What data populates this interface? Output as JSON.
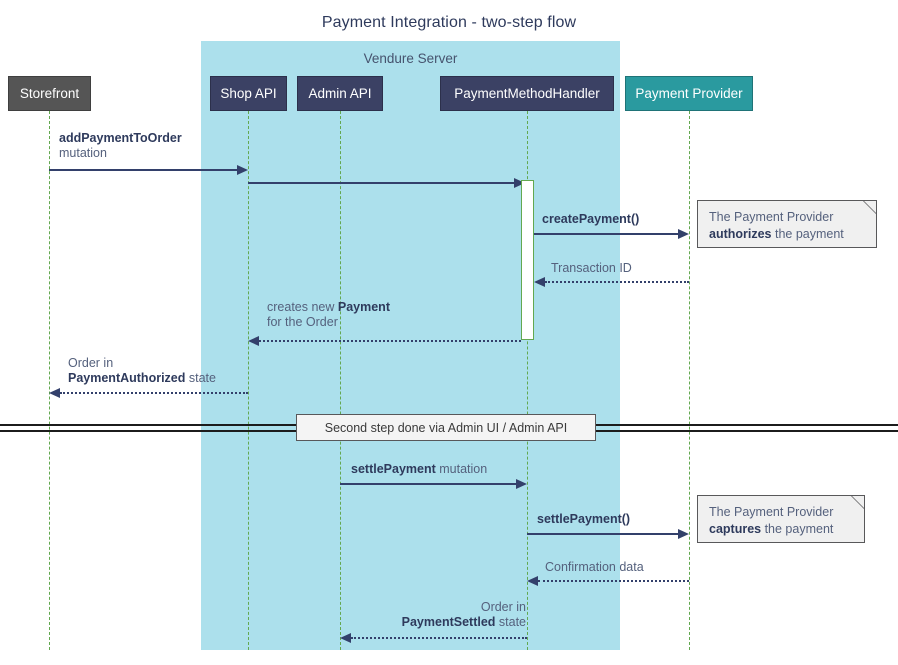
{
  "diagram": {
    "type": "sequence-diagram",
    "title": "Payment Integration - two-step flow",
    "colors": {
      "group_fill": "#ace0ec",
      "participant_dark": "#3b4164",
      "participant_gray": "#555555",
      "participant_teal": "#2a9a9f",
      "lifeline": "#63a850",
      "arrow": "#33406b",
      "note_fill": "#f0f0f0",
      "note_border": "#58585a",
      "text": "#55617d",
      "title_text": "#2e3a5c"
    }
  },
  "group": {
    "label": "Vendure Server"
  },
  "participants": [
    {
      "id": "storefront",
      "label": "Storefront",
      "style": "gray"
    },
    {
      "id": "shop-api",
      "label": "Shop API",
      "style": "dark"
    },
    {
      "id": "admin-api",
      "label": "Admin API",
      "style": "dark"
    },
    {
      "id": "payment-method-handler",
      "label": "PaymentMethodHandler",
      "style": "dark"
    },
    {
      "id": "payment-provider",
      "label": "Payment Provider",
      "style": "teal"
    }
  ],
  "messages": [
    {
      "id": "add-payment-to-order",
      "from": "storefront",
      "to": "shop-api",
      "kind": "call",
      "label_bold": "addPaymentToOrder",
      "label_plain": "mutation"
    },
    {
      "id": "shop-api-to-handler",
      "from": "shop-api",
      "to": "payment-method-handler",
      "kind": "call",
      "label_bold": "",
      "label_plain": ""
    },
    {
      "id": "create-payment",
      "from": "payment-method-handler",
      "to": "payment-provider",
      "kind": "call",
      "label_bold": "createPayment()",
      "label_plain": ""
    },
    {
      "id": "transaction-id",
      "from": "payment-provider",
      "to": "payment-method-handler",
      "kind": "return",
      "label_bold": "",
      "label_plain": "Transaction ID"
    },
    {
      "id": "creates-new-payment",
      "from": "payment-method-handler",
      "to": "shop-api",
      "kind": "return",
      "label_line1_plain": "creates new ",
      "label_line1_bold": "Payment",
      "label_line2_plain": "for the Order"
    },
    {
      "id": "order-payment-authorized",
      "from": "shop-api",
      "to": "storefront",
      "kind": "return",
      "label_line1_plain": "Order in",
      "label_line2_bold": "PaymentAuthorized",
      "label_line2_plain": " state"
    },
    {
      "id": "settle-payment-mutation",
      "from": "admin-api",
      "to": "payment-method-handler",
      "kind": "call",
      "label_bold": "settlePayment",
      "label_plain": " mutation"
    },
    {
      "id": "settle-payment-call",
      "from": "payment-method-handler",
      "to": "payment-provider",
      "kind": "call",
      "label_bold": "settlePayment()",
      "label_plain": ""
    },
    {
      "id": "confirmation-data",
      "from": "payment-provider",
      "to": "payment-method-handler",
      "kind": "return",
      "label_bold": "",
      "label_plain": "Confirmation data"
    },
    {
      "id": "order-payment-settled",
      "from": "payment-method-handler",
      "to": "admin-api",
      "kind": "return",
      "label_line1_plain": "Order in",
      "label_line2_bold": "PaymentSettled",
      "label_line2_plain": " state"
    }
  ],
  "notes": [
    {
      "id": "note-authorizes",
      "line1": "The Payment Provider",
      "bold": "authorizes",
      "tail": " the payment"
    },
    {
      "id": "note-captures",
      "line1": "The Payment Provider",
      "bold": "captures",
      "tail": " the payment"
    }
  ],
  "divider": {
    "label": "Second step done via Admin UI / Admin API"
  }
}
